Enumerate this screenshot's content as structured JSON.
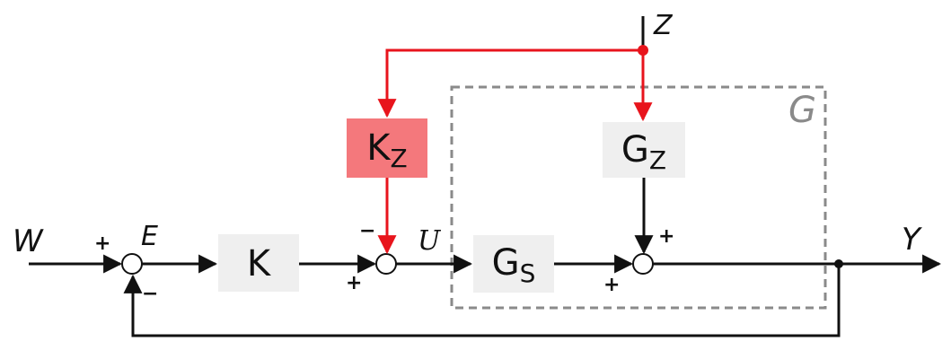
{
  "colors": {
    "line": "#111111",
    "feedforward": "#e8141c",
    "kz_block": "#f4787c",
    "block_fill": "#efefef",
    "plant_boundary": "#8a8a8a"
  },
  "signals": {
    "input": "W",
    "error": "E",
    "control": "U",
    "output": "Y",
    "disturbance": "Z"
  },
  "blocks": {
    "controller": {
      "main": "K",
      "sub": ""
    },
    "feedforward": {
      "main": "K",
      "sub": "Z"
    },
    "disturbance_model": {
      "main": "G",
      "sub": "Z"
    },
    "plant": {
      "main": "G",
      "sub": "S"
    }
  },
  "plant_group_label": "G",
  "signs": {
    "sum1_plus": "+",
    "sum1_minus": "−",
    "sum2_minus": "−",
    "sum2_plus": "+",
    "sum3_plus_left": "+",
    "sum3_plus_top": "+"
  }
}
